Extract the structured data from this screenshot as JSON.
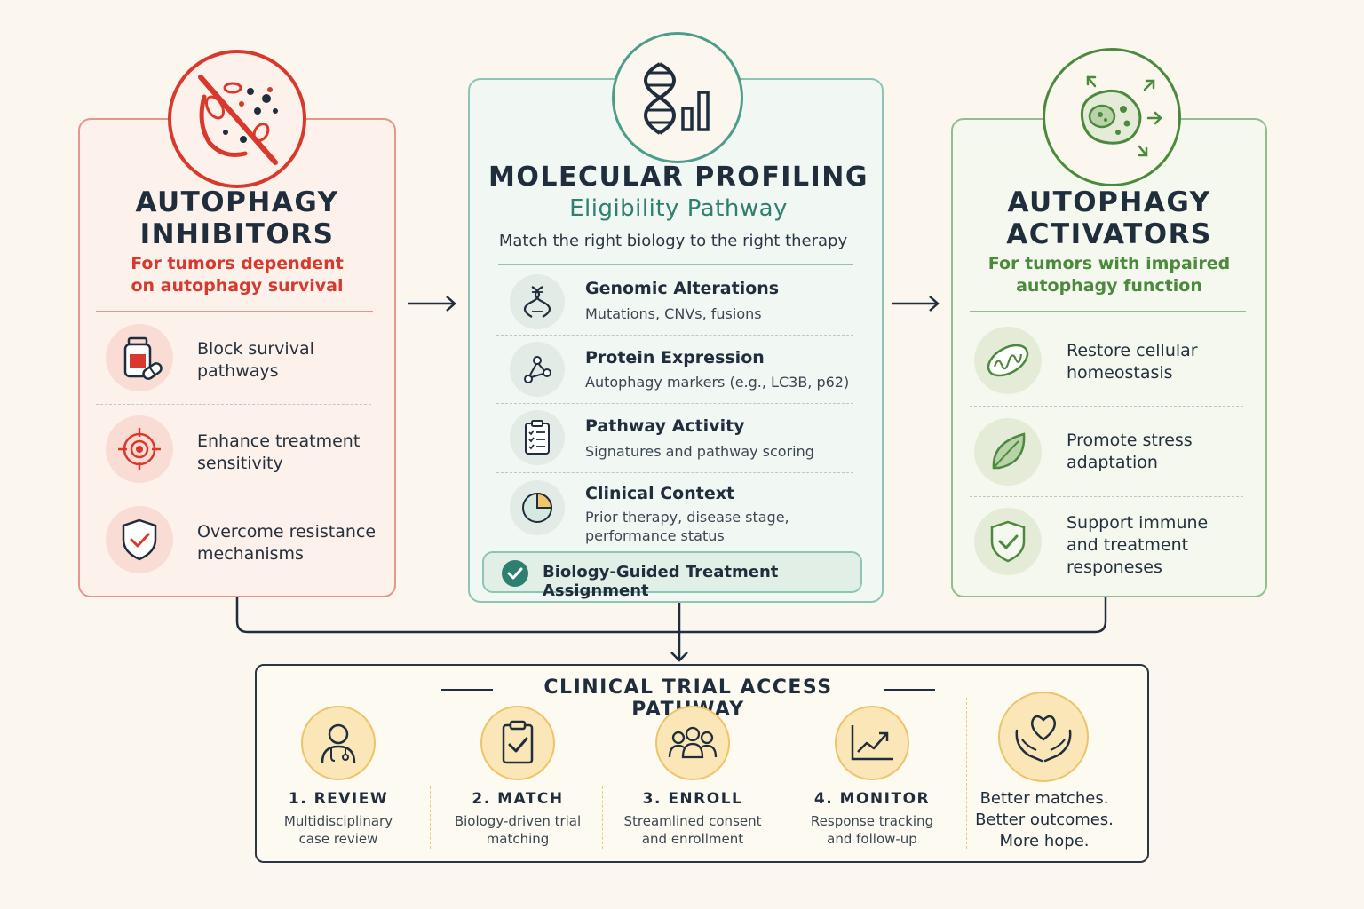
{
  "left_panel": {
    "title_line1": "AUTOPHAGY",
    "title_line2": "INHIBITORS",
    "subtitle_line1": "For tumors dependent",
    "subtitle_line2": "on autophagy survival",
    "items": [
      {
        "line1": "Block survival",
        "line2": "pathways",
        "icon": "pill-bottle-icon"
      },
      {
        "line1": "Enhance treatment",
        "line2": "sensitivity",
        "icon": "target-icon"
      },
      {
        "line1": "Overcome resistance",
        "line2": "mechanisms",
        "icon": "shield-check-icon"
      }
    ]
  },
  "center_panel": {
    "title": "MOLECULAR PROFILING",
    "subtitle": "Eligibility Pathway",
    "tagline": "Match the right biology to the right therapy",
    "items": [
      {
        "title": "Genomic Alterations",
        "line1": "Mutations, CNVs, fusions",
        "line2": "",
        "icon": "dna-icon"
      },
      {
        "title": "Protein Expression",
        "line1": "Autophagy markers (e.g., LC3B, p62)",
        "line2": "",
        "icon": "molecule-icon"
      },
      {
        "title": "Pathway Activity",
        "line1": "Signatures and pathway scoring",
        "line2": "",
        "icon": "checklist-icon"
      },
      {
        "title": "Clinical Context",
        "line1": "Prior therapy, disease stage,",
        "line2": "performance status",
        "icon": "pie-chart-icon"
      }
    ],
    "result_label": "Biology-Guided Treatment Assignment"
  },
  "right_panel": {
    "title_line1": "AUTOPHAGY",
    "title_line2": "ACTIVATORS",
    "subtitle_line1": "For tumors with impaired",
    "subtitle_line2": "autophagy function",
    "items": [
      {
        "line1": "Restore cellular",
        "line2": "homeostasis",
        "line3": "",
        "icon": "mitochondria-icon"
      },
      {
        "line1": "Promote stress",
        "line2": "adaptation",
        "line3": "",
        "icon": "leaf-icon"
      },
      {
        "line1": "Support immune",
        "line2": "and treatment",
        "line3": "responeses",
        "icon": "shield-check-icon"
      }
    ]
  },
  "bottom_panel": {
    "title": "CLINICAL TRIAL ACCESS PATHWAY",
    "steps": [
      {
        "title": "1. REVIEW",
        "line1": "Multidisciplinary",
        "line2": "case review",
        "icon": "doctor-icon"
      },
      {
        "title": "2. MATCH",
        "line1": "Biology-driven trial",
        "line2": "matching",
        "icon": "clipboard-check-icon"
      },
      {
        "title": "3. ENROLL",
        "line1": "Streamlined consent",
        "line2": "and enrollment",
        "icon": "group-icon"
      },
      {
        "title": "4. MONITOR",
        "line1": "Response tracking",
        "line2": "and follow-up",
        "icon": "trend-chart-icon"
      }
    ],
    "closing": {
      "line1": "Better matches.",
      "line2": "Better outcomes.",
      "line3": "More hope.",
      "icon": "heart-hands-icon"
    }
  },
  "colors": {
    "red_accent": "#d8392c",
    "teal_accent": "#2e7f70",
    "green_accent": "#4b8a3c",
    "navy_text": "#1f2d3d",
    "gold_accent": "#eec46a"
  }
}
